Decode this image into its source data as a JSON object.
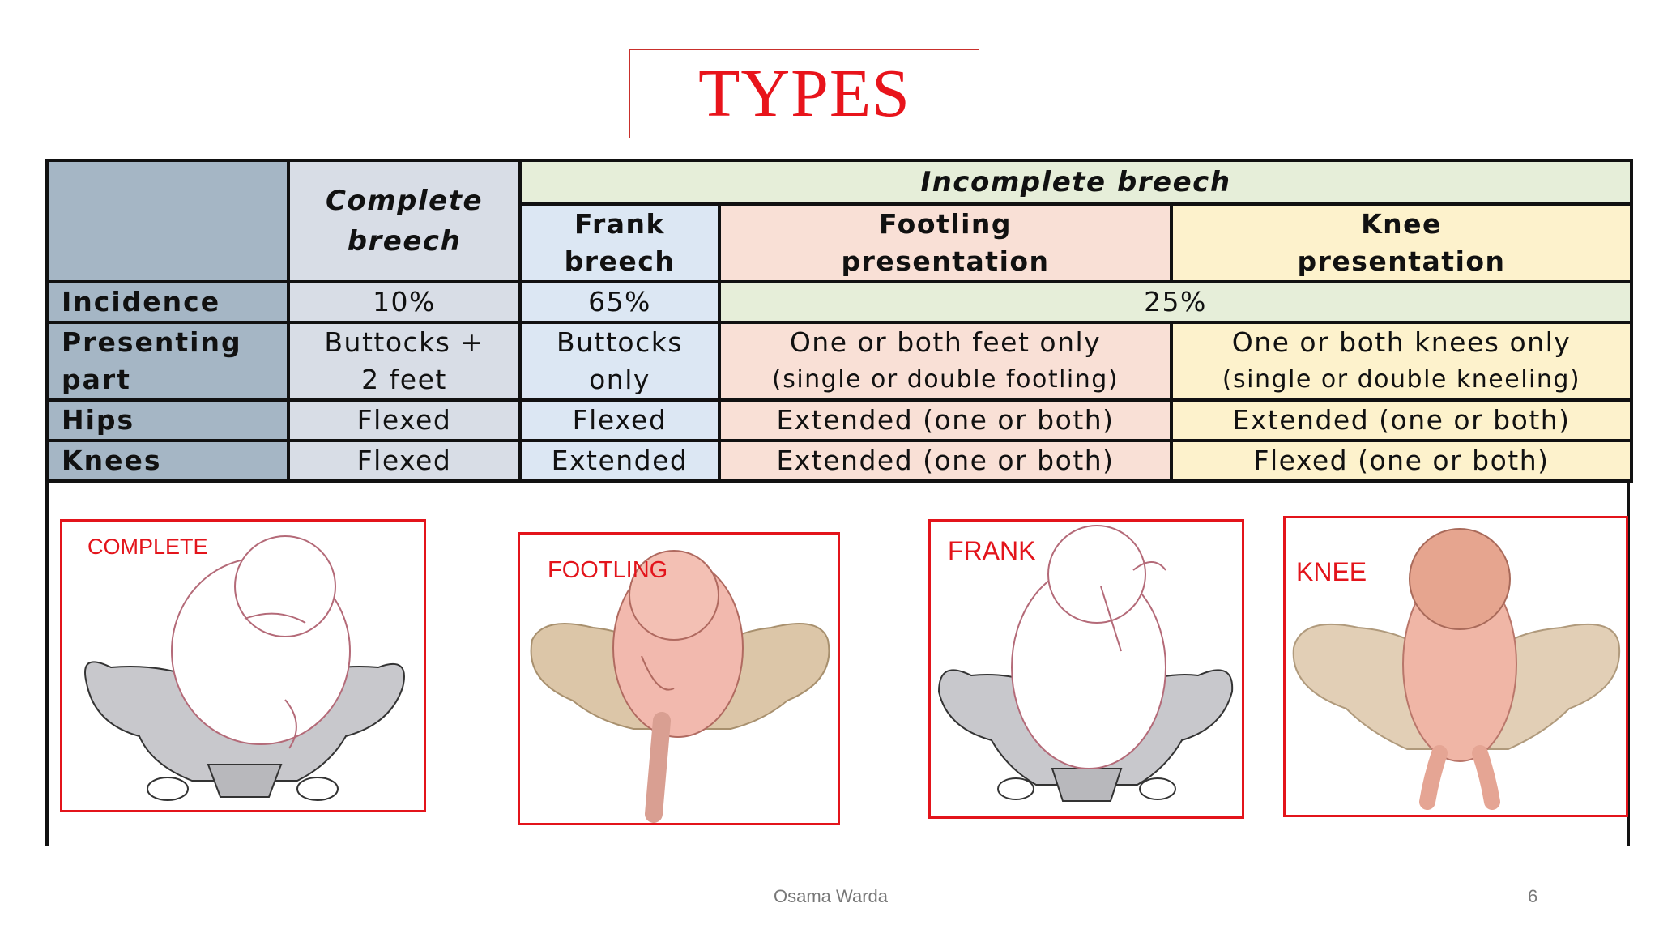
{
  "title": "TYPES",
  "table": {
    "header": {
      "complete": "Complete breech",
      "incomplete": "Incomplete breech",
      "frank": "Frank breech",
      "footling": "Footling presentation",
      "knee": "Knee presentation"
    },
    "rows": [
      {
        "label": "Incidence",
        "complete": "10%",
        "frank": "65%",
        "incomplete_shared": "25%"
      },
      {
        "label_line1": "Presenting",
        "label_line2": "part",
        "complete_line1": "Buttocks +",
        "complete_line2": "2 feet",
        "frank_line1": "Buttocks",
        "frank_line2": "only",
        "footling_line1": "One or both feet only",
        "footling_line2": "(single or double footling)",
        "knee_line1": "One or both knees only",
        "knee_line2": "(single or double kneeling)"
      },
      {
        "label": "Hips",
        "complete": "Flexed",
        "frank": "Flexed",
        "footling": "Extended (one or both)",
        "knee": "Extended (one or both)"
      },
      {
        "label": "Knees",
        "complete": "Flexed",
        "frank": "Extended",
        "footling": "Extended (one or both)",
        "knee": "Flexed (one or both)"
      }
    ]
  },
  "images": {
    "complete_label": "COMPLETE",
    "footling_label": "FOOTLING",
    "frank_label": "FRANK",
    "knee_label": "KNEE"
  },
  "footer": {
    "author": "Osama Warda",
    "page_number": "6"
  },
  "colors": {
    "title_red": "#e8141b",
    "corner_blue_gray": "#a5b6c5",
    "complete_col": "#d8dde6",
    "frank_col": "#dce7f3",
    "footling_col": "#f9e0d6",
    "knee_col": "#fdf2cc",
    "incomplete_header": "#e6eed9"
  }
}
